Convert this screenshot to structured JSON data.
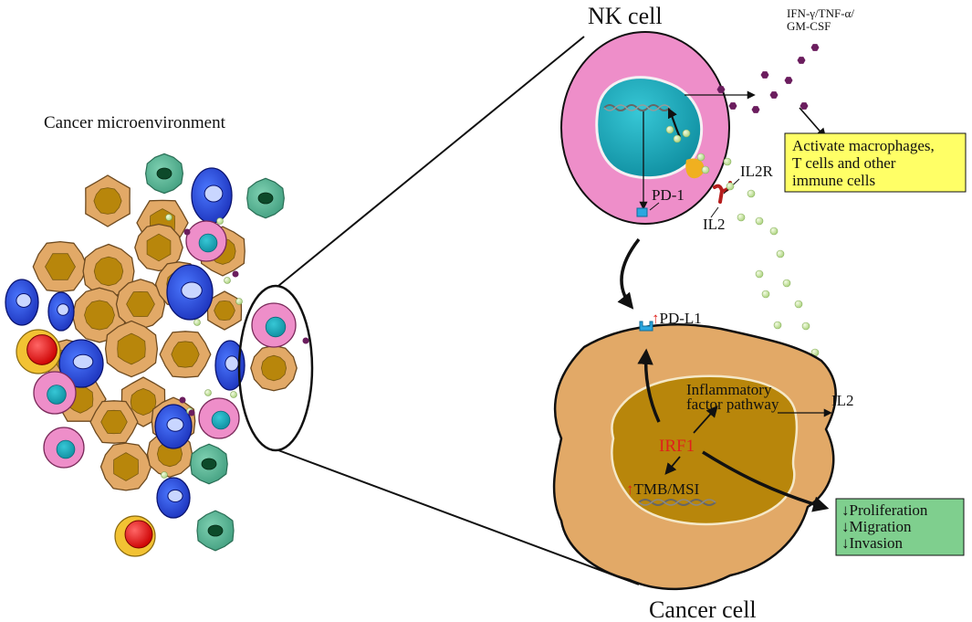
{
  "labels": {
    "microenvironment": "Cancer microenvironment",
    "nk_cell": "NK cell",
    "cytokines_line1": "IFN-γ/TNF-α/",
    "cytokines_line2": "GM-CSF",
    "pd1": "PD-1",
    "il2r": "IL2R",
    "il2_top": "IL2",
    "pdl1": "PD-L1",
    "inflammatory_line1": "Inflammatory",
    "inflammatory_line2": "factor pathway",
    "il2_bottom": "IL2",
    "irf1": "IRF1",
    "tmb_msi": "TMB/MSI",
    "cancer_cell": "Cancer cell",
    "up_arrow": "↑",
    "down_arrow": "↓"
  },
  "activate_box": {
    "lines": [
      "Activate macrophages,",
      "T cells and other",
      "immune cells"
    ]
  },
  "effects_box": {
    "lines": [
      "Proliferation",
      "Migration",
      "Invasion"
    ]
  },
  "colors": {
    "nk_cell": "#ee8ec9",
    "nucleus_teal": "#13a6b8",
    "cancer_cell": "#e2a967",
    "cancer_nucleus": "#b8860b",
    "activate_box_fill": "#ffff66",
    "effects_box_fill": "#7fcf8e",
    "highlight_red": "#e0201b",
    "il2_bead": "#cfe8a0",
    "cytokine_dot": "#6b1d5e"
  }
}
